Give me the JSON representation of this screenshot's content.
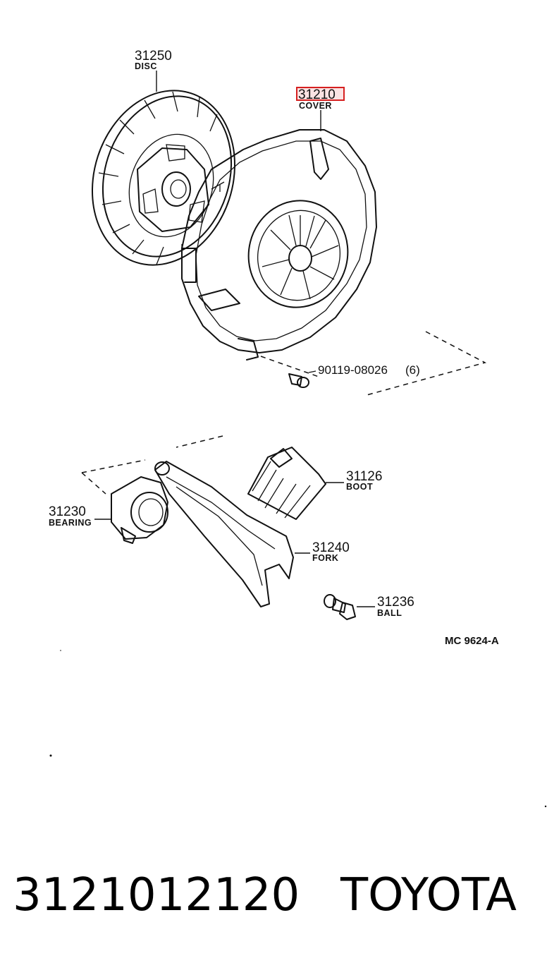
{
  "diagram": {
    "parts": [
      {
        "number": "31250",
        "name": "DISC"
      },
      {
        "number": "31210",
        "name": "COVER",
        "highlighted": true
      },
      {
        "number": "90119-08026",
        "qty": "(6)"
      },
      {
        "number": "31126",
        "name": "BOOT"
      },
      {
        "number": "31230",
        "name": "BEARING"
      },
      {
        "number": "31240",
        "name": "FORK"
      },
      {
        "number": "31236",
        "name": "BALL"
      }
    ],
    "reference": "MC 9624-A",
    "highlight_color": "#d62020"
  },
  "footer": {
    "part_number": "3121012120",
    "brand": "TOYOTA"
  }
}
